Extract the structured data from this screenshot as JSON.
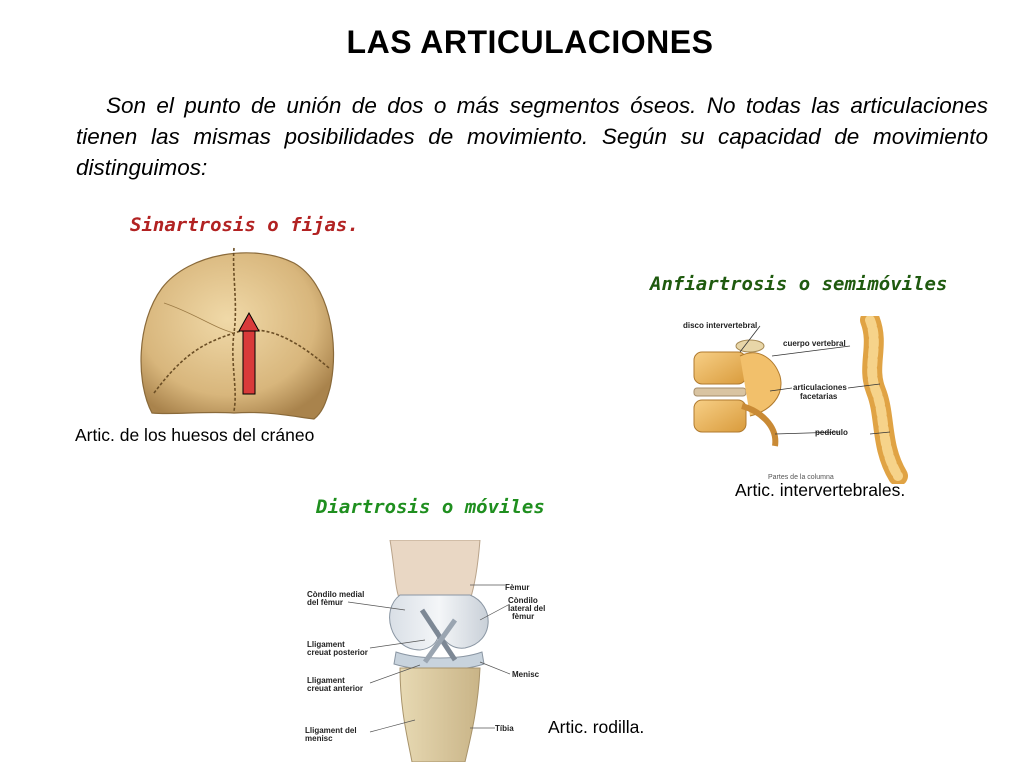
{
  "title": "LAS ARTICULACIONES",
  "intro": "Son el punto de unión de dos o más segmentos óseos. No todas las articulaciones tienen las mismas posibilidades de movimiento. Según su capacidad de movimiento distinguimos:",
  "sections": {
    "sinartrosis": {
      "heading": "Sinartrosis o fijas.",
      "caption": "Artic. de los huesos del cráneo"
    },
    "anfiartrosis": {
      "heading": "Anfiartrosis o semimóviles",
      "caption": "Artic. intervertebrales.",
      "labels": [
        "disco intervertebral",
        "cuerpo vertebral",
        "articulaciones",
        "facetarias",
        "pedículo"
      ],
      "watermark": "Partes de la columna"
    },
    "diartrosis": {
      "heading": "Diartrosis o móviles",
      "caption": "Artic. rodilla.",
      "labels": [
        "Fèmur",
        "Còndilo medial",
        "del fèmur",
        "Còndilo",
        "lateral del",
        "fèmur",
        "Lligament",
        "creuat posterior",
        "Lligament",
        "creuat anterior",
        "Menisc",
        "Lligament del",
        "menisc",
        "Tíbia"
      ]
    }
  },
  "colors": {
    "sinartrosis_heading": "#b22222",
    "anfiartrosis_heading": "#1f5a0f",
    "diartrosis_heading": "#1f8f1f",
    "arrow": "#d93a3a"
  }
}
